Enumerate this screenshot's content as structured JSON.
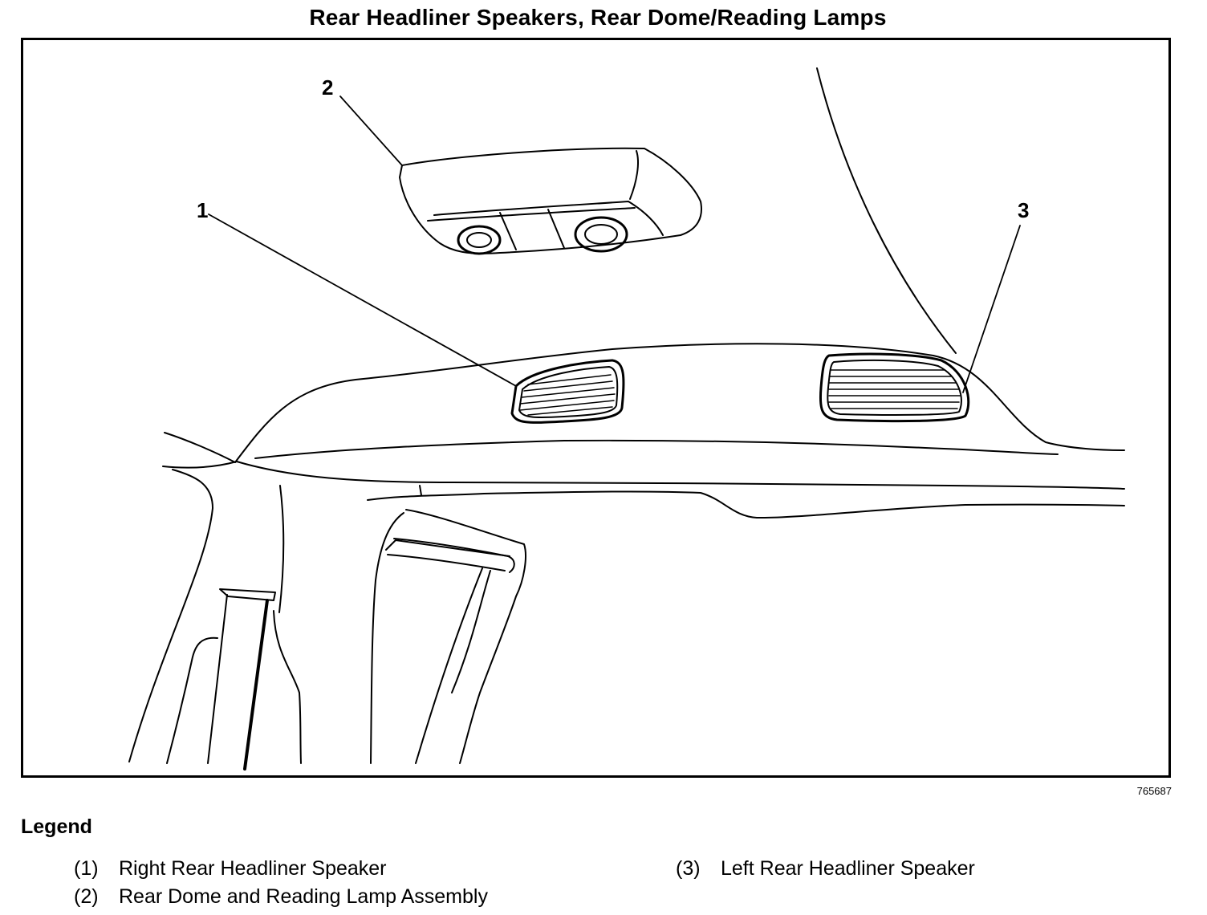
{
  "title": "Rear Headliner Speakers, Rear Dome/Reading Lamps",
  "figure_number": "765687",
  "callouts": [
    "1",
    "2",
    "3"
  ],
  "legend": {
    "heading": "Legend",
    "items": [
      {
        "num": "(1)",
        "label": "Right Rear Headliner Speaker"
      },
      {
        "num": "(2)",
        "label": "Rear Dome and Reading Lamp Assembly"
      },
      {
        "num": "(3)",
        "label": "Left Rear Headliner Speaker"
      }
    ]
  }
}
